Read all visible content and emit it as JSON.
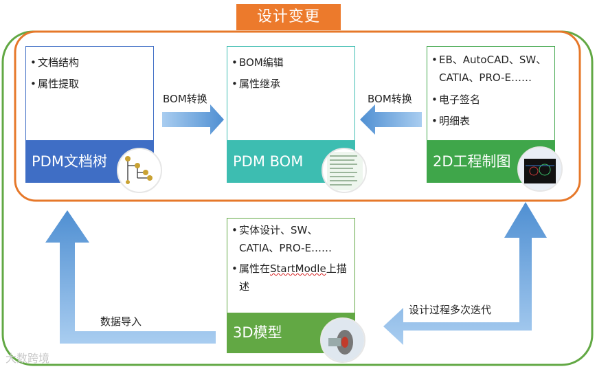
{
  "title": "设计变更",
  "cards": {
    "pdm_tree": {
      "items": [
        "文档结构",
        "属性提取"
      ],
      "band_label": "PDM文档树",
      "band_color": "#3f6ec5",
      "border": "#3f6ec5",
      "icon": "tree-icon"
    },
    "pdm_bom": {
      "items": [
        "BOM编辑",
        "属性继承"
      ],
      "band_label": "PDM BOM",
      "band_color": "#3dbdb1",
      "border": "#3dbdb1",
      "icon": "bom-list-icon"
    },
    "drawing_2d": {
      "items": [
        "EB、AutoCAD、SW、CATIA、PRO-E……",
        "电子签名",
        "明细表"
      ],
      "band_label": "2D工程制图",
      "band_color": "#3fa64a",
      "border": "#3fa64a",
      "icon": "cad-screen-icon"
    },
    "model_3d": {
      "items": [
        "实体设计、SW、CATIA、PRO-E……"
      ],
      "item2_prefix": "属性在",
      "item2_marked": "StartModle",
      "item2_suffix": "上描述",
      "band_label": "3D模型",
      "band_color": "#62a844",
      "border": "#62a844",
      "icon": "3d-part-icon"
    }
  },
  "arrows": {
    "bom_convert_left": "BOM转换",
    "bom_convert_right": "BOM转换",
    "data_import": "数据导入",
    "design_iteration": "设计过程多次迭代"
  },
  "colors": {
    "outer_frame": "#62a844",
    "change_frame": "#e6782a",
    "arrow_blue": "#5b9bd5"
  },
  "watermark": "大数跨境"
}
